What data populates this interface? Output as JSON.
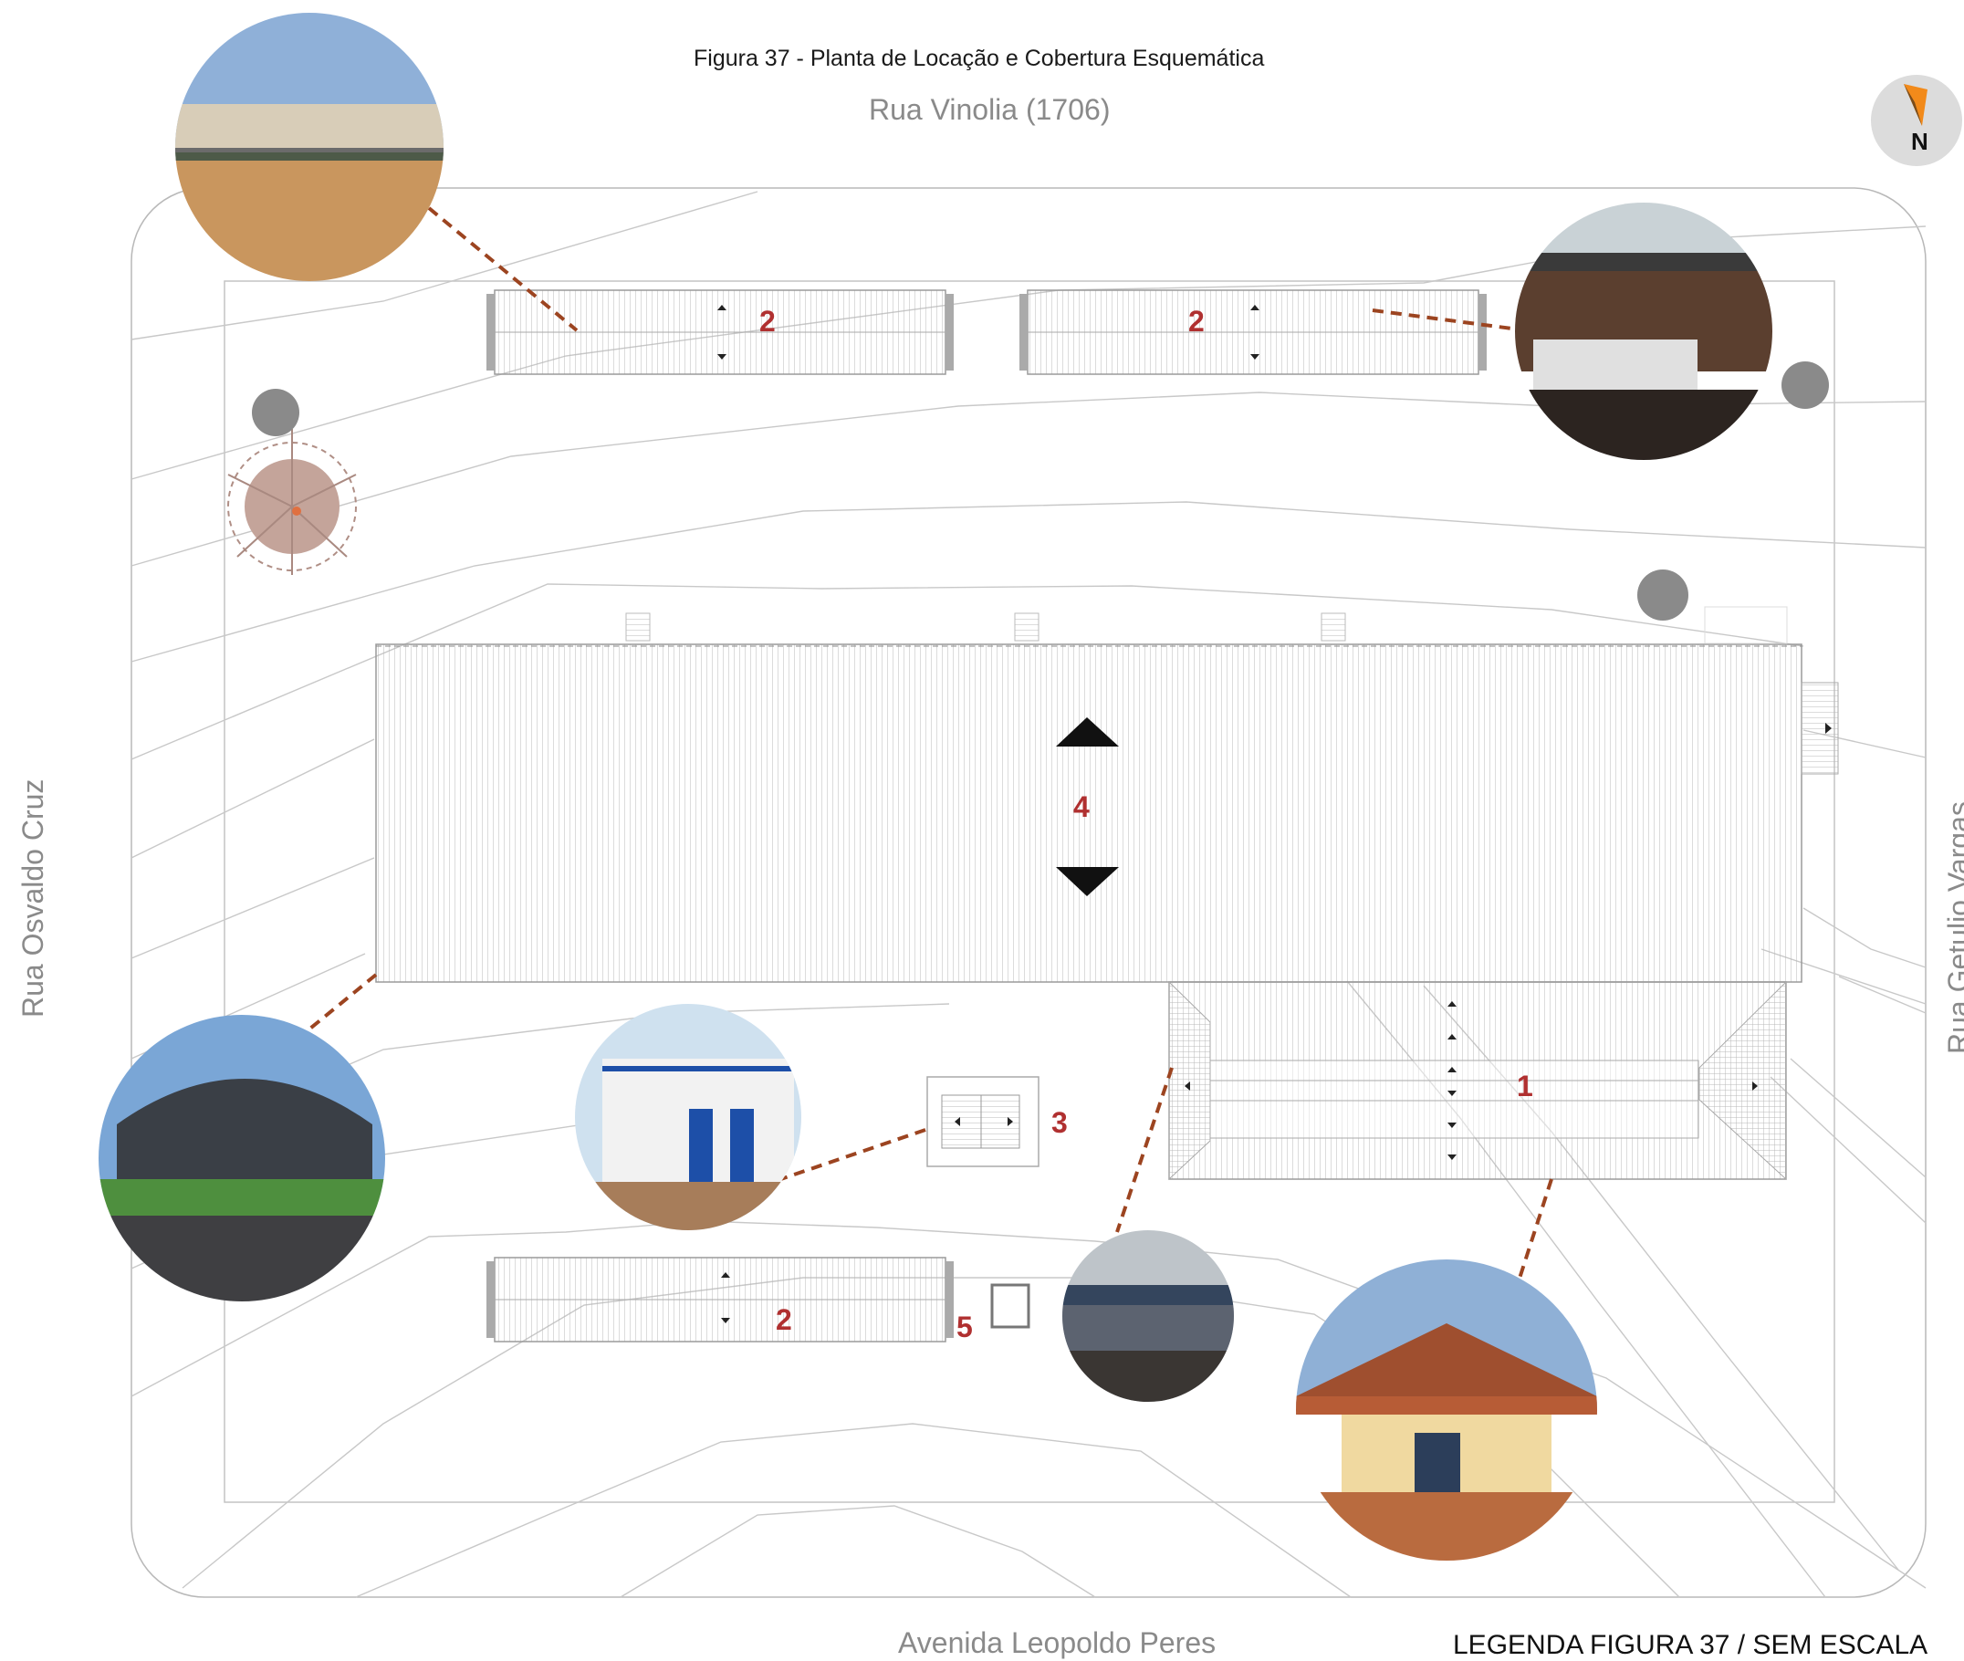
{
  "title": "Figura 37 - Planta de Locação e Cobertura Esquemática",
  "streets": {
    "north": "Rua Vinolia (1706)",
    "south": "Avenida Leopoldo Peres",
    "west": "Rua Osvaldo Cruz",
    "east": "Rua Getulio Vargas"
  },
  "legend": "LEGENDA FIGURA 37 / SEM ESCALA",
  "compass": {
    "label": "N",
    "icon": "north-arrow-icon"
  },
  "blocks": [
    {
      "id": "1",
      "label": "1"
    },
    {
      "id": "2a",
      "label": "2"
    },
    {
      "id": "2b",
      "label": "2"
    },
    {
      "id": "2c",
      "label": "2"
    },
    {
      "id": "3",
      "label": "3"
    },
    {
      "id": "4",
      "label": "4"
    },
    {
      "id": "5",
      "label": "5"
    }
  ],
  "colors": {
    "leader": "#9c4420",
    "label": "#b03030",
    "outline": "#a0a0a0"
  }
}
